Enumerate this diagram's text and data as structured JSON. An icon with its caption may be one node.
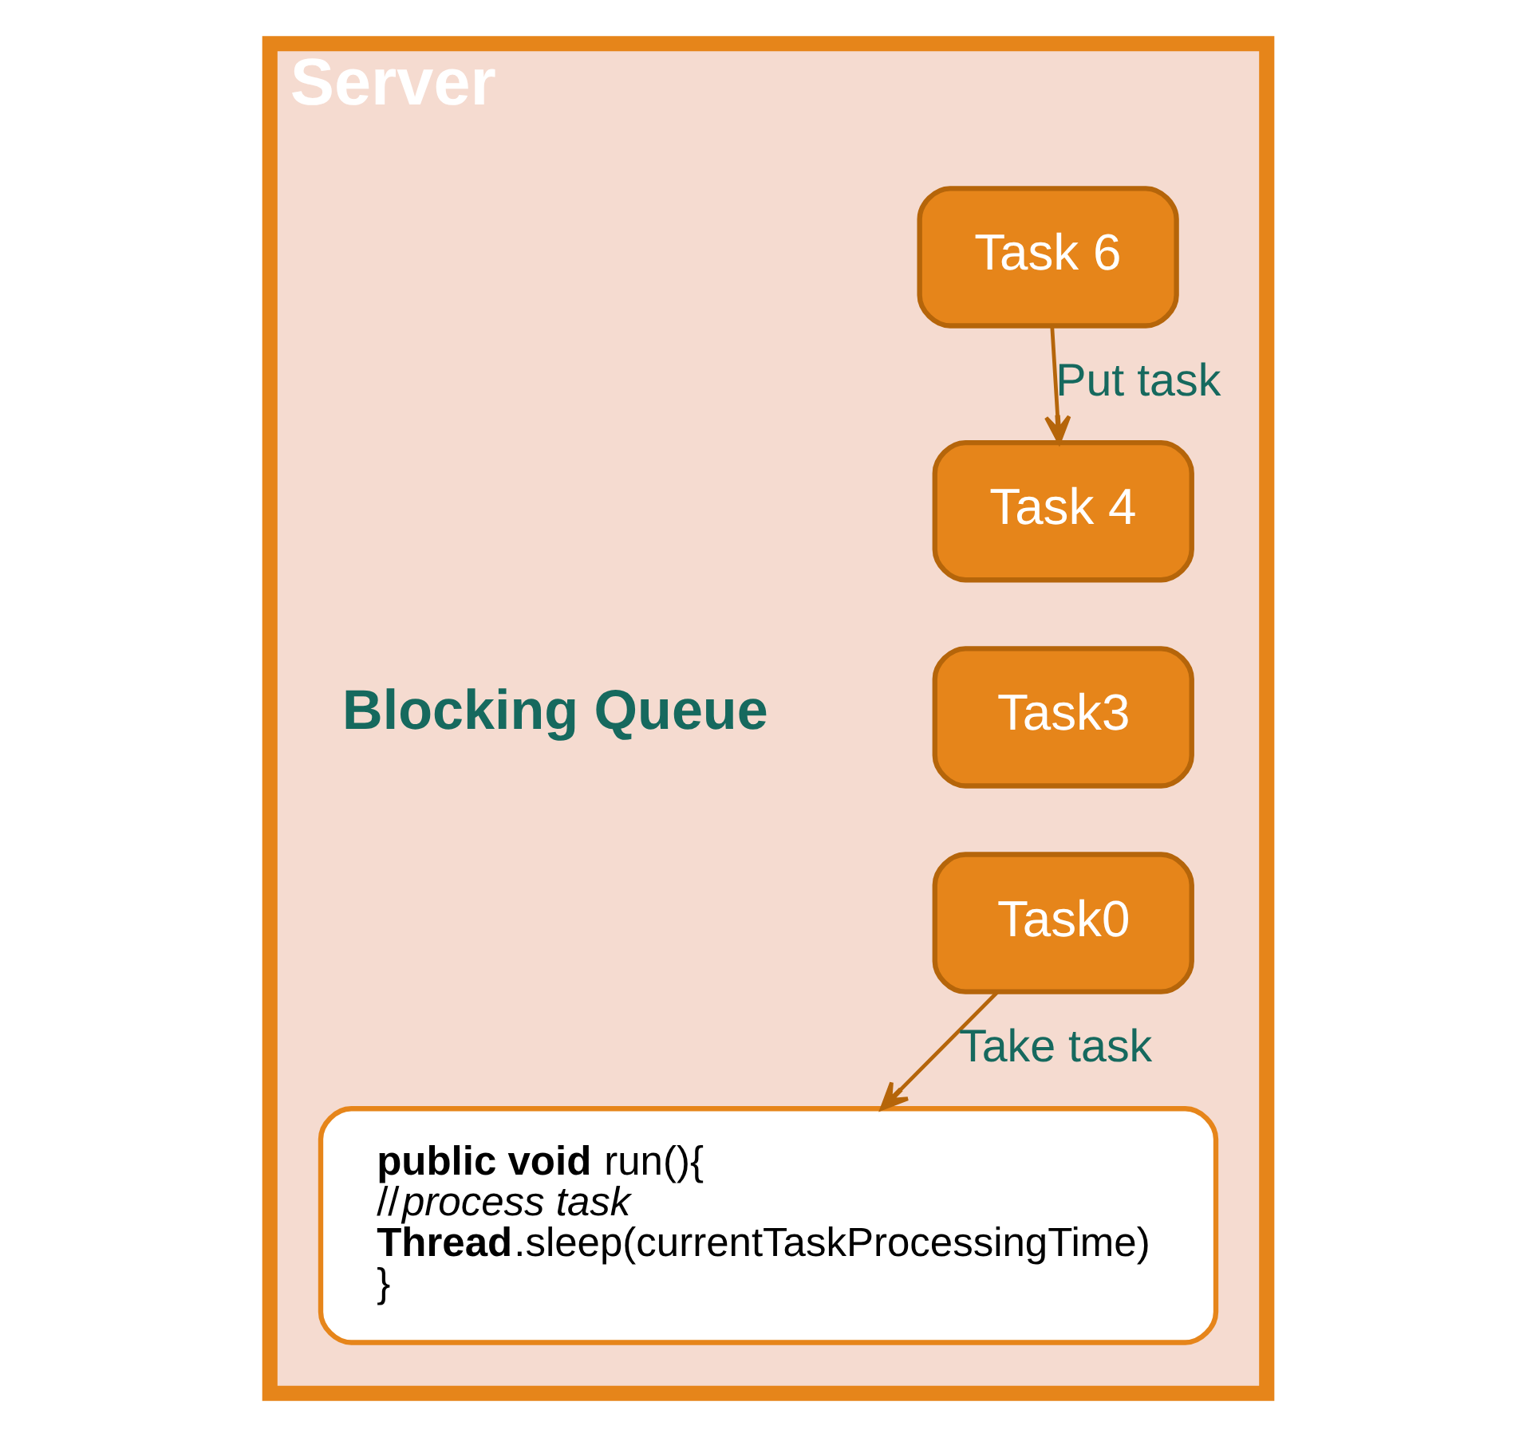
{
  "diagram": {
    "nodes": [
      {
        "text": [
          "Server"
        ]
      },
      {
        "text": [
          "Task 6"
        ],
        "in": 0
      },
      {
        "text": [
          "Task 4"
        ],
        "in": 0
      },
      {
        "text": [
          "Task3"
        ],
        "in": 0
      },
      {
        "text": [
          "Task0"
        ],
        "in": 0
      },
      {
        "text": [
          "**public void** run(){",
          "//*process task*",
          "**Thread**.sleep(currentTaskProcessingTime)",
          "}"
        ],
        "in": 0
      }
    ],
    "edges": [
      {
        "from": 1,
        "to": 2,
        "arrow": "to",
        "label": "Put task"
      },
      {
        "from": 4,
        "to": 5,
        "arrow": "to",
        "label": "Take task"
      }
    ],
    "labels": [
      "Blocking Queue"
    ]
  }
}
